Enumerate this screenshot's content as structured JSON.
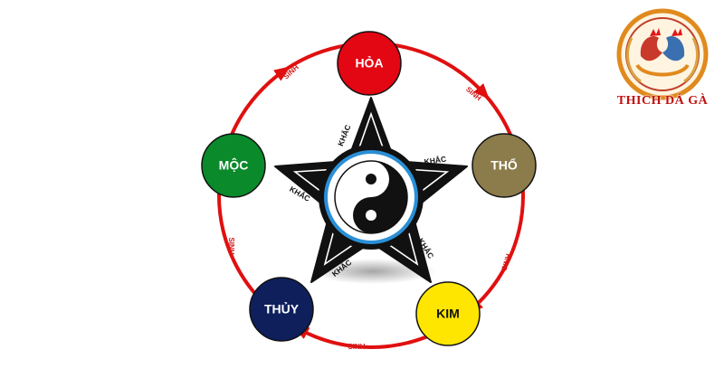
{
  "elements": [
    {
      "id": "hoa",
      "label": "HỎA",
      "color": "#e30613",
      "text_color": "#ffffff"
    },
    {
      "id": "tho",
      "label": "THỔ",
      "color": "#8c7c4b",
      "text_color": "#ffffff"
    },
    {
      "id": "kim",
      "label": "KIM",
      "color": "#ffe600",
      "text_color": "#111111"
    },
    {
      "id": "thuy",
      "label": "THỦY",
      "color": "#0e1f5c",
      "text_color": "#ffffff"
    },
    {
      "id": "moc",
      "label": "MỘC",
      "color": "#0a8a2a",
      "text_color": "#ffffff"
    }
  ],
  "cycle_labels": {
    "generating": "SINH",
    "overcoming": "KHẮC"
  },
  "colors": {
    "cycle_ring": "#e01010",
    "star": "#111111",
    "yin_yang_ring": "#2a8fd6"
  },
  "logo": {
    "text": "THICH DÁ GÀ",
    "text_color": "#c01010"
  }
}
